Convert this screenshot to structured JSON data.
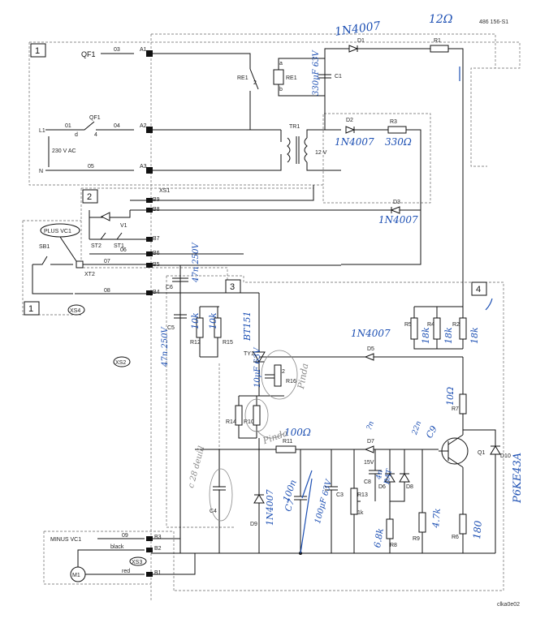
{
  "header": {
    "doc_number": "486 156-S1",
    "note_top_1n4007": "1N4007",
    "note_top_12r": "12Ω"
  },
  "blocks": {
    "b1": "1",
    "b2": "2",
    "b3": "3",
    "b4": "4",
    "b1b": "1"
  },
  "terminals": {
    "qf1": "QF1",
    "l03": "03",
    "a1": "A1",
    "l01": "01",
    "l04": "04",
    "a2": "A2",
    "l05": "05",
    "a3": "A3",
    "l1": "L1",
    "n": "N",
    "d": "d",
    "four": "4",
    "qf1b": "QF1",
    "v230": "230 V AC",
    "xs1": "XS1",
    "b9": "B9",
    "b8": "B8",
    "b7": "B7",
    "b6": "B6",
    "b5": "B5",
    "b4": "B4",
    "l06": "06",
    "l07": "07",
    "l08": "08",
    "plus_vc1": "PLUS VC1",
    "sb1": "SB1",
    "xt2": "XT2",
    "xs4": "XS4",
    "xs2": "XS2",
    "st2": "ST2",
    "st1": "ST1",
    "v1": "V1",
    "minus_vc1": "MINUS VC1",
    "l09": "09",
    "b3": "B3",
    "black": "black",
    "b2": "B2",
    "xs3": "XS3",
    "m1": "M1",
    "red": "red",
    "b1": "B1"
  },
  "components": {
    "re1": "RE1",
    "re1b": "RE1",
    "p2": "2",
    "pa": "a",
    "pb": "b",
    "c1": "C1",
    "d1": "D1",
    "r1": "R1",
    "tr1": "TR1",
    "v12": "12 V",
    "d2": "D2",
    "r3": "R3",
    "d3": "D3",
    "c6": "C6",
    "c5": "C5",
    "r12": "R12",
    "r15": "R15",
    "ty1": "TY1",
    "c2": "C2",
    "r16": "R16",
    "d5": "D5",
    "r5": "R5",
    "r4": "R4",
    "r2": "R2",
    "r7": "R7",
    "r14": "R14",
    "r10": "R10",
    "r11": "R11",
    "d7": "D7",
    "v15": "15V",
    "q1": "Q1",
    "d10": "D10",
    "c4": "C4",
    "d9": "D9",
    "c3": "C3",
    "r13": "R13",
    "k1": "1k",
    "c8": "C8",
    "d6": "D6",
    "d8": "D8",
    "r8": "R8",
    "r9": "R9",
    "r6": "R6"
  },
  "handwritten": {
    "c1_val": "330μF 63V",
    "d2_val": "1N4007",
    "r3_val": "330Ω",
    "d3_val": "1N4007",
    "c6_val": "47n 250V",
    "c5_val": "47n 250V",
    "r12_val": "10k",
    "r15_val": "10k",
    "ty1_val": "BT151",
    "c2_val": "10μF 63V",
    "d5_val": "1N4007",
    "r5_val": "18k",
    "r4_val": "18k",
    "r2_val": "18k",
    "r7_val": "10Ω",
    "r11_val": "100Ω",
    "d7_val": "?n",
    "c9": "C9",
    "c9_val": "22n",
    "c7_val": "100n",
    "c7": "C7",
    "c3_val": "100μF 63V",
    "c8_val": "4n",
    "d6_val": "BAT",
    "d9_val": "1N4007",
    "r8_val": "6.8k",
    "r9_val": "4.7k",
    "r6_val": "180",
    "d10_val": "P6KE43A"
  },
  "pencil": {
    "r16_note": "Pinda",
    "r10_note": "Pinda",
    "left_note": "c 28 deuill"
  },
  "footer": {
    "code": "clka0e02"
  }
}
